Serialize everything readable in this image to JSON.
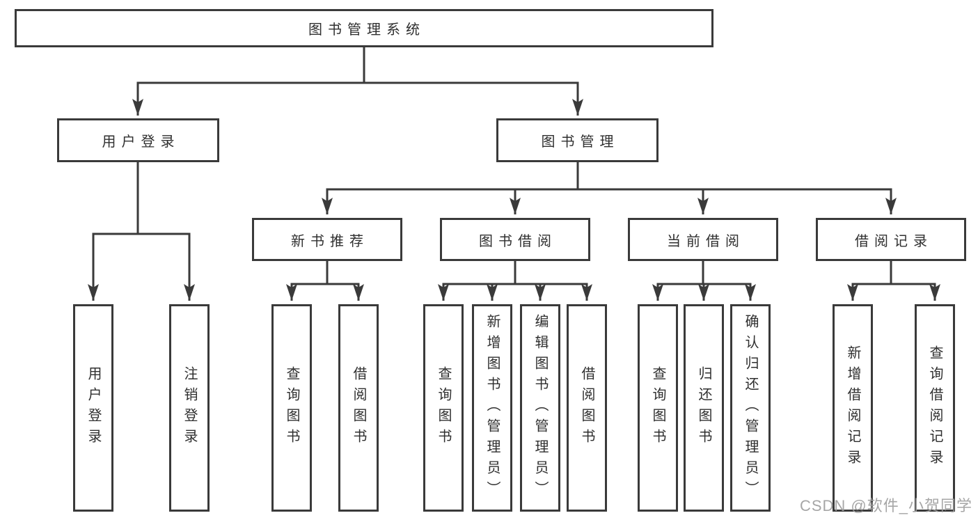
{
  "tree": {
    "root": {
      "label": "图书管理系统"
    },
    "user_login": {
      "label": "用户登录",
      "children": [
        {
          "label": "用户登录"
        },
        {
          "label": "注销登录"
        }
      ]
    },
    "book_management": {
      "label": "图书管理",
      "children": [
        {
          "label": "新书推荐",
          "children": [
            {
              "label": "查询图书"
            },
            {
              "label": "借阅图书"
            }
          ]
        },
        {
          "label": "图书借阅",
          "children": [
            {
              "label": "查询图书"
            },
            {
              "label": "新增图书（管理员）"
            },
            {
              "label": "编辑图书（管理员）"
            },
            {
              "label": "借阅图书"
            }
          ]
        },
        {
          "label": "当前借阅",
          "children": [
            {
              "label": "查询图书"
            },
            {
              "label": "归还图书"
            },
            {
              "label": "确认归还（管理员）"
            }
          ]
        },
        {
          "label": "借阅记录",
          "children": [
            {
              "label": "新增借阅记录"
            },
            {
              "label": "查询借阅记录"
            }
          ]
        }
      ]
    }
  },
  "watermark": {
    "text": "CSDN @软件_小贺同学"
  },
  "colors": {
    "line": "#3a3a3a",
    "box_border": "#3a3a3a",
    "box_fill": "#ffffff",
    "text": "#2f2f2f",
    "watermark": "#9e9e9e",
    "background": "#ffffff"
  }
}
